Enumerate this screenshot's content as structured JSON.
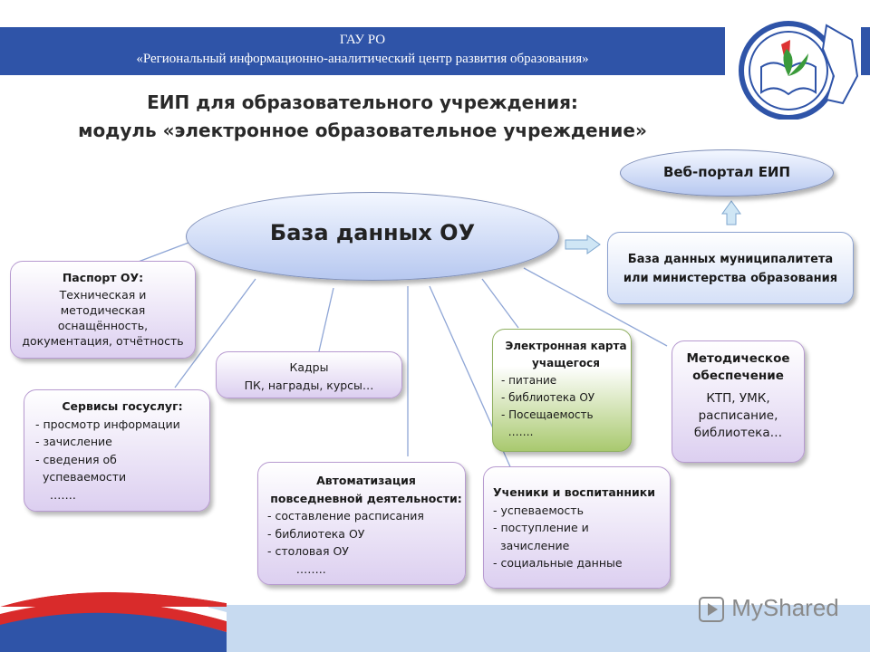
{
  "header": {
    "org_short": "ГАУ РО",
    "org_full": "«Региональный информационно-аналитический центр развития образования»"
  },
  "title": {
    "line1": "ЕИП для образовательного учреждения:",
    "line2": "модуль «электронное образовательное учреждение»"
  },
  "nodes": {
    "db_ou": "База данных ОУ",
    "web_portal": "Веб-портал ЕИП",
    "db_municipal": {
      "line1": "База данных муниципалитета",
      "line2": "или министерства образования"
    },
    "passport": {
      "title": "Паспорт ОУ:",
      "lines": [
        "Техническая и",
        "методическая",
        "оснащённость,",
        "документация, отчётность"
      ]
    },
    "cadres": {
      "title": "Кадры",
      "text": "ПК, награды, курсы…"
    },
    "gosuslugi": {
      "title": "Сервисы госуслуг:",
      "lines": [
        "- просмотр информации",
        "- зачисление",
        "- сведения об",
        "  успеваемости",
        "    ……."
      ]
    },
    "automation": {
      "title_line1": "Автоматизация",
      "title_line2": "повседневной деятельности:",
      "lines": [
        "- составление расписания",
        "- библиотека ОУ",
        "- столовая ОУ",
        "        …….."
      ]
    },
    "students": {
      "title": "Ученики и воспитанники",
      "lines": [
        "- успеваемость",
        "- поступление и",
        "  зачисление",
        "- социальные данные"
      ]
    },
    "e_card": {
      "title_line1": "Электронная карта",
      "title_line2": "учащегося",
      "lines": [
        "- питание",
        "- библиотека ОУ",
        "- Посещаемость",
        "  ……."
      ]
    },
    "methodical": {
      "title_line1": "Методическое",
      "title_line2": "обеспечение",
      "lines": [
        "КТП, УМК,",
        "расписание,",
        "библиотека…"
      ]
    }
  },
  "watermark": "MyShared",
  "colors": {
    "banner": "#2f54a8",
    "ellipse_fill": "#b7c8f0",
    "box_purple": "#dccff0",
    "box_green": "#a9c96f",
    "connector": "#8fa6d6"
  }
}
